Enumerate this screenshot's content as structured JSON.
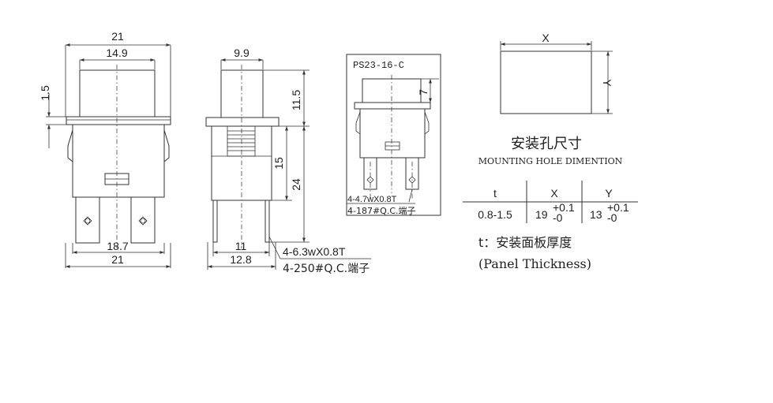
{
  "front_view": {
    "dim_overall_width_top": "21",
    "dim_cap_width": "14.9",
    "dim_flange": "1.5",
    "dim_terminal_span": "18.7",
    "dim_overall_width_bottom": "21"
  },
  "side_view": {
    "dim_cap_width": "9.9",
    "dim_cap_height": "11.5",
    "dim_body_height": "15",
    "dim_total_height": "24",
    "dim_terminal_span": "11",
    "dim_base_width": "12.8",
    "terminal_spec_1": "4-6.3wX0.8T",
    "terminal_spec_2": "4-250#Q.C.端子"
  },
  "variant_view": {
    "model": "PS23-16-C",
    "dim_cap_height": "7",
    "terminal_spec_1": "4-4.7wX0.8T",
    "terminal_spec_2": "4-187#Q.C.端子"
  },
  "mounting_hole": {
    "label_x": "X",
    "label_y": "Y",
    "title_cn": "安装孔尺寸",
    "title_en": "MOUNTING HOLE DIMENTION",
    "table": {
      "headers": [
        "t",
        "X",
        "Y"
      ],
      "t_value": "0.8-1.5",
      "x_value": "19",
      "x_tol_plus": "+0.1",
      "x_tol_minus": "-0",
      "y_value": "13",
      "y_tol_plus": "+0.1",
      "y_tol_minus": "-0"
    },
    "note_cn": "t：安装面板厚度",
    "note_en": "(Panel Thickness)"
  }
}
